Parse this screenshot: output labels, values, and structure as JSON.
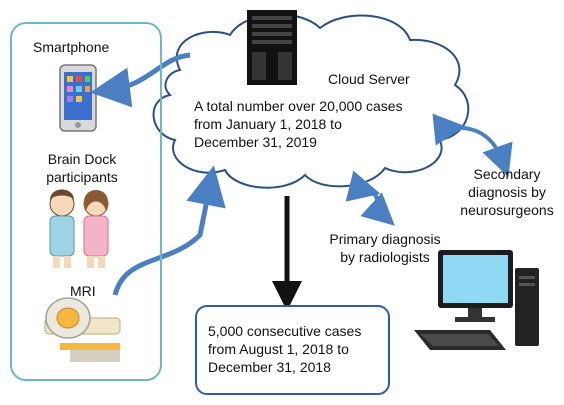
{
  "left_panel": {
    "smartphone_label": "Smartphone",
    "participants_label_line1": "Brain Dock",
    "participants_label_line2": "participants",
    "mri_label": "MRI"
  },
  "cloud": {
    "server_label": "Cloud Server",
    "cases_line1": "A total number over 20,000 cases",
    "cases_line2": "from January 1, 2018 to",
    "cases_line3": "December 31, 2019"
  },
  "primary": {
    "line1": "Primary diagnosis",
    "line2": "by  radiologists"
  },
  "secondary": {
    "line1": "Secondary",
    "line2": "diagnosis by",
    "line3": "neurosurgeons"
  },
  "result": {
    "line1": "5,000 consecutive cases",
    "line2": "from August 1, 2018 to",
    "line3": "December 31, 2018"
  },
  "colors": {
    "arrow_blue": "#4a7fc1",
    "panel_border": "#6fb7c8",
    "result_border": "#2c5fa3",
    "cloud_stroke": "#2c4f86"
  }
}
